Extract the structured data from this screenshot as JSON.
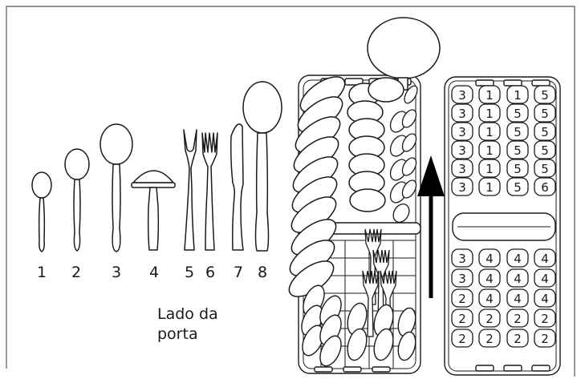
{
  "utensil_labels": [
    "1",
    "2",
    "3",
    "4",
    "5",
    "6",
    "7",
    "8"
  ],
  "caption": {
    "line1": "Lado da",
    "line2": "porta"
  },
  "basket_grid": {
    "rows": [
      [
        "3",
        "1",
        "1",
        "5"
      ],
      [
        "3",
        "1",
        "5",
        "5"
      ],
      [
        "3",
        "1",
        "5",
        "5"
      ],
      [
        "3",
        "1",
        "5",
        "5"
      ],
      [
        "3",
        "1",
        "5",
        "5"
      ],
      [
        "3",
        "1",
        "5",
        "6"
      ],
      [
        "",
        "",
        "",
        ""
      ],
      [
        "3",
        "4",
        "4",
        "4"
      ],
      [
        "3",
        "4",
        "4",
        "4"
      ],
      [
        "2",
        "4",
        "4",
        "4"
      ],
      [
        "2",
        "2",
        "2",
        "2"
      ],
      [
        "2",
        "2",
        "2",
        "2"
      ]
    ]
  },
  "colors": {
    "line": "#1a1a1a",
    "frame": "#555555",
    "fill": "#ffffff"
  }
}
